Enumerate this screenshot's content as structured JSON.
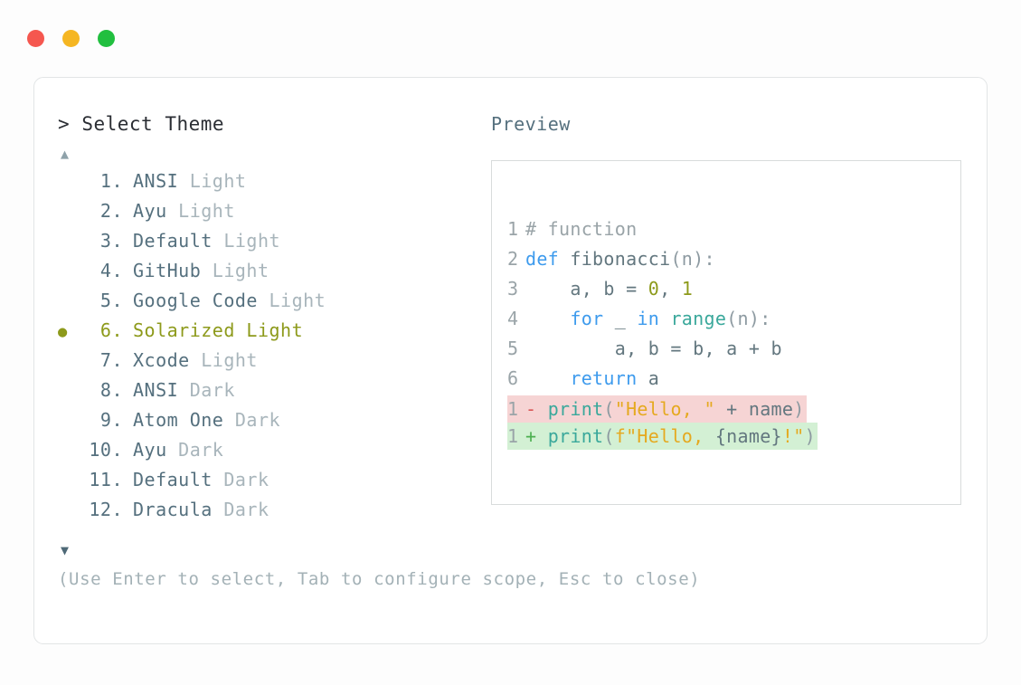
{
  "window": {
    "traffic_lights": [
      {
        "name": "close",
        "color": "#f5574f"
      },
      {
        "name": "minimize",
        "color": "#f5b622"
      },
      {
        "name": "maximize",
        "color": "#21bf3f"
      }
    ]
  },
  "left_panel": {
    "prompt_symbol": ">",
    "title": "Select Theme",
    "scroll_up_icon": "▲",
    "scroll_down_icon": "▼",
    "selected_index": 6,
    "selected_bullet": "●",
    "themes": [
      {
        "number": "1.",
        "name": "ANSI",
        "variant": "Light",
        "selected": false
      },
      {
        "number": "2.",
        "name": "Ayu",
        "variant": "Light",
        "selected": false
      },
      {
        "number": "3.",
        "name": "Default",
        "variant": "Light",
        "selected": false
      },
      {
        "number": "4.",
        "name": "GitHub",
        "variant": "Light",
        "selected": false
      },
      {
        "number": "5.",
        "name": "Google Code",
        "variant": "Light",
        "selected": false
      },
      {
        "number": "6.",
        "name": "Solarized",
        "variant": "Light",
        "selected": true
      },
      {
        "number": "7.",
        "name": "Xcode",
        "variant": "Light",
        "selected": false
      },
      {
        "number": "8.",
        "name": "ANSI",
        "variant": "Dark",
        "selected": false
      },
      {
        "number": "9.",
        "name": "Atom One",
        "variant": "Dark",
        "selected": false
      },
      {
        "number": "10.",
        "name": "Ayu",
        "variant": "Dark",
        "selected": false
      },
      {
        "number": "11.",
        "name": "Default",
        "variant": "Dark",
        "selected": false
      },
      {
        "number": "12.",
        "name": "Dracula",
        "variant": "Dark",
        "selected": false
      }
    ]
  },
  "footer": {
    "hint": "(Use Enter to select, Tab to configure scope, Esc to close)"
  },
  "right_panel": {
    "label": "Preview",
    "code_lines": [
      {
        "n": "1",
        "tokens": [
          {
            "t": "# function",
            "c": "comment"
          }
        ]
      },
      {
        "n": "2",
        "tokens": [
          {
            "t": "def",
            "c": "keyword"
          },
          {
            "t": " fibonacci",
            "c": "plain"
          },
          {
            "t": "(n):",
            "c": "punct"
          }
        ]
      },
      {
        "n": "3",
        "tokens": [
          {
            "t": "    a, b = ",
            "c": "plain"
          },
          {
            "t": "0",
            "c": "number"
          },
          {
            "t": ", ",
            "c": "plain"
          },
          {
            "t": "1",
            "c": "number"
          }
        ]
      },
      {
        "n": "4",
        "tokens": [
          {
            "t": "    ",
            "c": "plain"
          },
          {
            "t": "for",
            "c": "keyword"
          },
          {
            "t": " _ ",
            "c": "plain"
          },
          {
            "t": "in",
            "c": "keyword"
          },
          {
            "t": " ",
            "c": "plain"
          },
          {
            "t": "range",
            "c": "func"
          },
          {
            "t": "(n):",
            "c": "punct"
          }
        ]
      },
      {
        "n": "5",
        "tokens": [
          {
            "t": "        a, b = b, a + b",
            "c": "plain"
          }
        ]
      },
      {
        "n": "6",
        "tokens": [
          {
            "t": "    ",
            "c": "plain"
          },
          {
            "t": "return",
            "c": "keyword"
          },
          {
            "t": " a",
            "c": "plain"
          }
        ]
      }
    ],
    "diff_lines": [
      {
        "n": "1",
        "kind": "removed",
        "marker": "-",
        "tokens": [
          {
            "t": "print",
            "c": "func"
          },
          {
            "t": "(",
            "c": "punct"
          },
          {
            "t": "\"Hello, \"",
            "c": "string"
          },
          {
            "t": " + name",
            "c": "plain"
          },
          {
            "t": ")",
            "c": "punct"
          }
        ]
      },
      {
        "n": "1",
        "kind": "added",
        "marker": "+",
        "tokens": [
          {
            "t": "print",
            "c": "func"
          },
          {
            "t": "(",
            "c": "punct"
          },
          {
            "t": "f\"Hello, ",
            "c": "string"
          },
          {
            "t": "{name}",
            "c": "plain"
          },
          {
            "t": "!\"",
            "c": "string"
          },
          {
            "t": ")",
            "c": "punct"
          }
        ]
      }
    ]
  },
  "colors": {
    "accent_selected": "#8d9a1b",
    "text_primary": "#2a2d33",
    "text_theme": "#55707e",
    "text_variant": "#a8b5bb",
    "text_muted": "#a3b1b6",
    "diff_removed_bg": "#f6d4d4",
    "diff_added_bg": "#d3f0d4",
    "card_border": "#e2e5e6",
    "panel_border": "#d8dcdc"
  }
}
